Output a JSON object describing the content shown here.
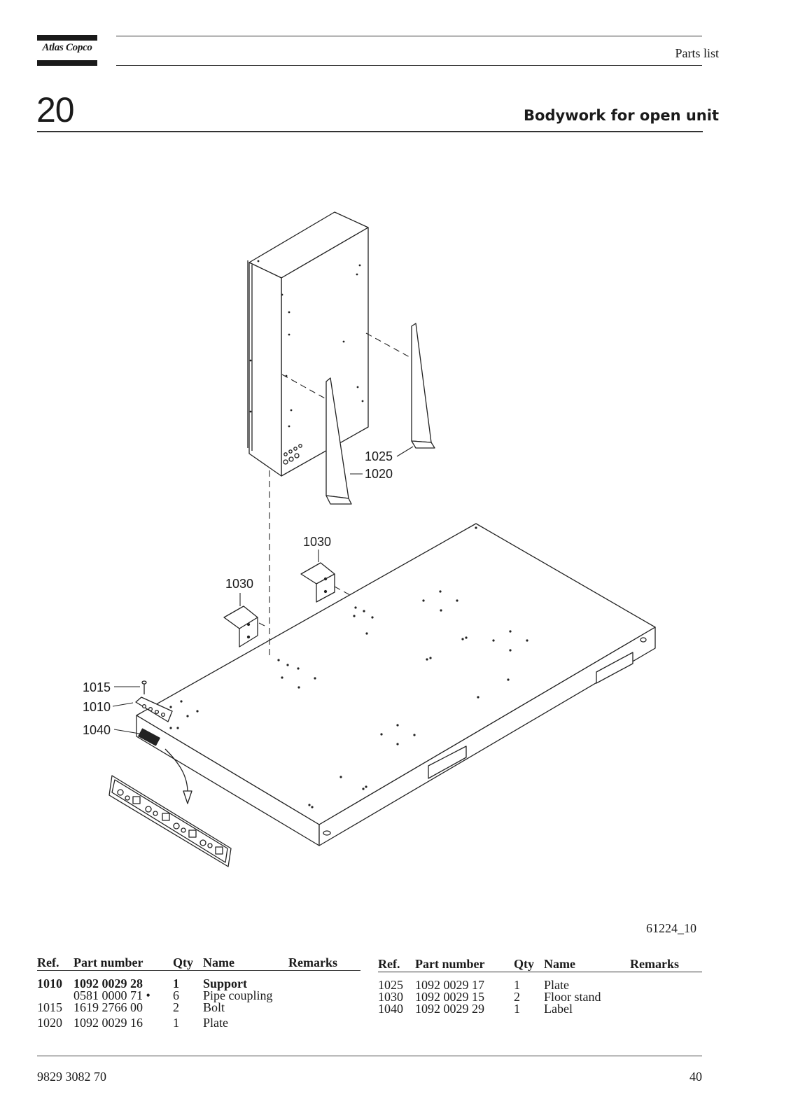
{
  "header": {
    "brand": "Atlas Copco",
    "section": "Parts list",
    "chapter": "20",
    "title": "Bodywork for open unit"
  },
  "drawing": {
    "callouts": [
      "1025",
      "1020",
      "1030",
      "1030",
      "1015",
      "1010",
      "1040"
    ],
    "drawing_id": "61224_10"
  },
  "parts_tables": {
    "headers": [
      "Ref.",
      "Part number",
      "Qty",
      "Name",
      "Remarks"
    ],
    "left": [
      {
        "ref": "1010",
        "part": "1092 0029 28",
        "qty": "1",
        "name": "Support",
        "remarks": ""
      },
      {
        "ref": "",
        "part": "0581 0000 71 •",
        "qty": "6",
        "name": "Pipe coupling",
        "remarks": ""
      },
      {
        "ref": "1015",
        "part": "1619 2766 00",
        "qty": "2",
        "name": "Bolt",
        "remarks": ""
      },
      {
        "ref": "1020",
        "part": "1092 0029 16",
        "qty": "1",
        "name": "Plate",
        "remarks": ""
      }
    ],
    "right": [
      {
        "ref": "1025",
        "part": "1092 0029 17",
        "qty": "1",
        "name": "Plate",
        "remarks": ""
      },
      {
        "ref": "1030",
        "part": "1092 0029 15",
        "qty": "2",
        "name": "Floor stand",
        "remarks": ""
      },
      {
        "ref": "1040",
        "part": "1092 0029 29",
        "qty": "1",
        "name": "Label",
        "remarks": ""
      }
    ]
  },
  "footer": {
    "doc_number": "9829 3082 70",
    "page": "40"
  }
}
